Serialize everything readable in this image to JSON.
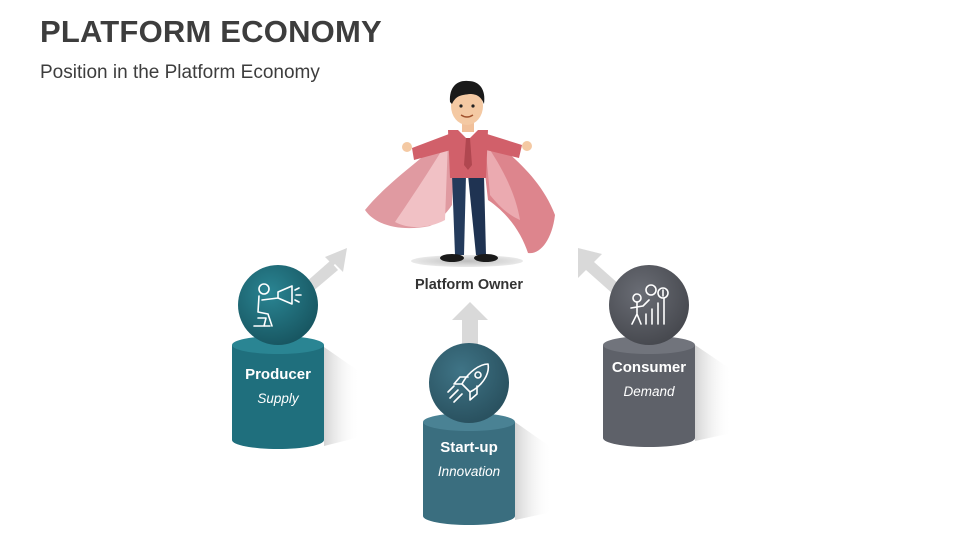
{
  "slide": {
    "title": "PLATFORM ECONOMY",
    "subtitle": "Position in the Platform Economy"
  },
  "center": {
    "label": "Platform Owner",
    "figure": "superhero-businessman-icon"
  },
  "nodes": [
    {
      "name": "Producer",
      "role": "Supply",
      "icon": "megaphone-presenter-icon",
      "color": "#1f6f7d"
    },
    {
      "name": "Start-up",
      "role": "Innovation",
      "icon": "rocket-icon",
      "color": "#3a6e7f"
    },
    {
      "name": "Consumer",
      "role": "Demand",
      "icon": "growth-chart-person-icon",
      "color": "#5e6169"
    }
  ],
  "colors": {
    "teal": "#1f6f7d",
    "slate": "#3a6e7f",
    "gray": "#5e6169",
    "cape": "#d9777f",
    "arrow": "#d9d9d9"
  }
}
